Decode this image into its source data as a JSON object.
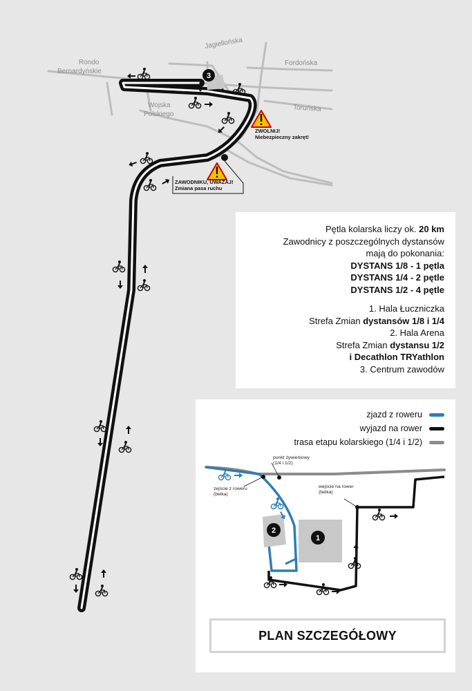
{
  "streets": {
    "jagiellonska": "Jagiellońska",
    "fordonska": "Fordońska",
    "rondo_line1": "Rondo",
    "rondo_line2": "Bernardyńskie",
    "wojska_line1": "Wojska",
    "wojska_line2": "Polskiego",
    "torunska": "Toruńska"
  },
  "warnings": {
    "zwolnij_line1": "ZWOLNIJ!",
    "zwolnij_line2": "Niebezpieczny zakręt!",
    "zawodniku_line1": "ZAWODNIKU, UWAŻAJ!",
    "zawodniku_line2": "Zmiana pasa ruchu"
  },
  "markers": {
    "centrum": "3",
    "hala_luczniczka": "1",
    "hala_arena": "2"
  },
  "info": {
    "loop_prefix": "Pętla kolarska liczy ok.",
    "loop_length": "20 km",
    "line2": "Zawodnicy z poszczególnych dystansów",
    "line3": "mają do pokonania:",
    "dist1": "DYSTANS 1/8 - 1 pętla",
    "dist2": "DYSTANS 1/4 - 2 pętle",
    "dist3": "DYSTANS 1/2 - 4 pętle",
    "loc1": "1. Hala Łuczniczka",
    "loc1_sub_prefix": "Strefa Zmian",
    "loc1_sub_bold": "dystansów 1/8 i 1/4",
    "loc2": "2. Hala Arena",
    "loc2_sub_prefix": "Strefa Zmian",
    "loc2_sub_bold": "dystansu 1/2",
    "loc2_sub2": "i Decathlon TRYathlon",
    "loc3": "3. Centrum zawodów"
  },
  "legend": [
    {
      "label": "zjazd z roweru",
      "color": "#2e7db3"
    },
    {
      "label": "wyjazd na rower",
      "color": "#111111"
    },
    {
      "label": "trasa etapu kolarskiego (1/4 i 1/2)",
      "color": "#8c8c8c"
    }
  ],
  "inset": {
    "punkt_line1": "punkt żywieniowy",
    "punkt_line2": "(1/4 i 1/2)",
    "zejscie_line1": "zejście z roweru",
    "zejscie_line2": "(belka)",
    "wejscie_line1": "wejście na rower",
    "wejscie_line2": "(belka)"
  },
  "plan_title": "PLAN SZCZEGÓŁOWY",
  "colors": {
    "route": "#111111",
    "dismount": "#2e7db3",
    "cycling_stage": "#8c8c8c",
    "warning": "#f2c400",
    "streets": "#bdbdbd"
  }
}
